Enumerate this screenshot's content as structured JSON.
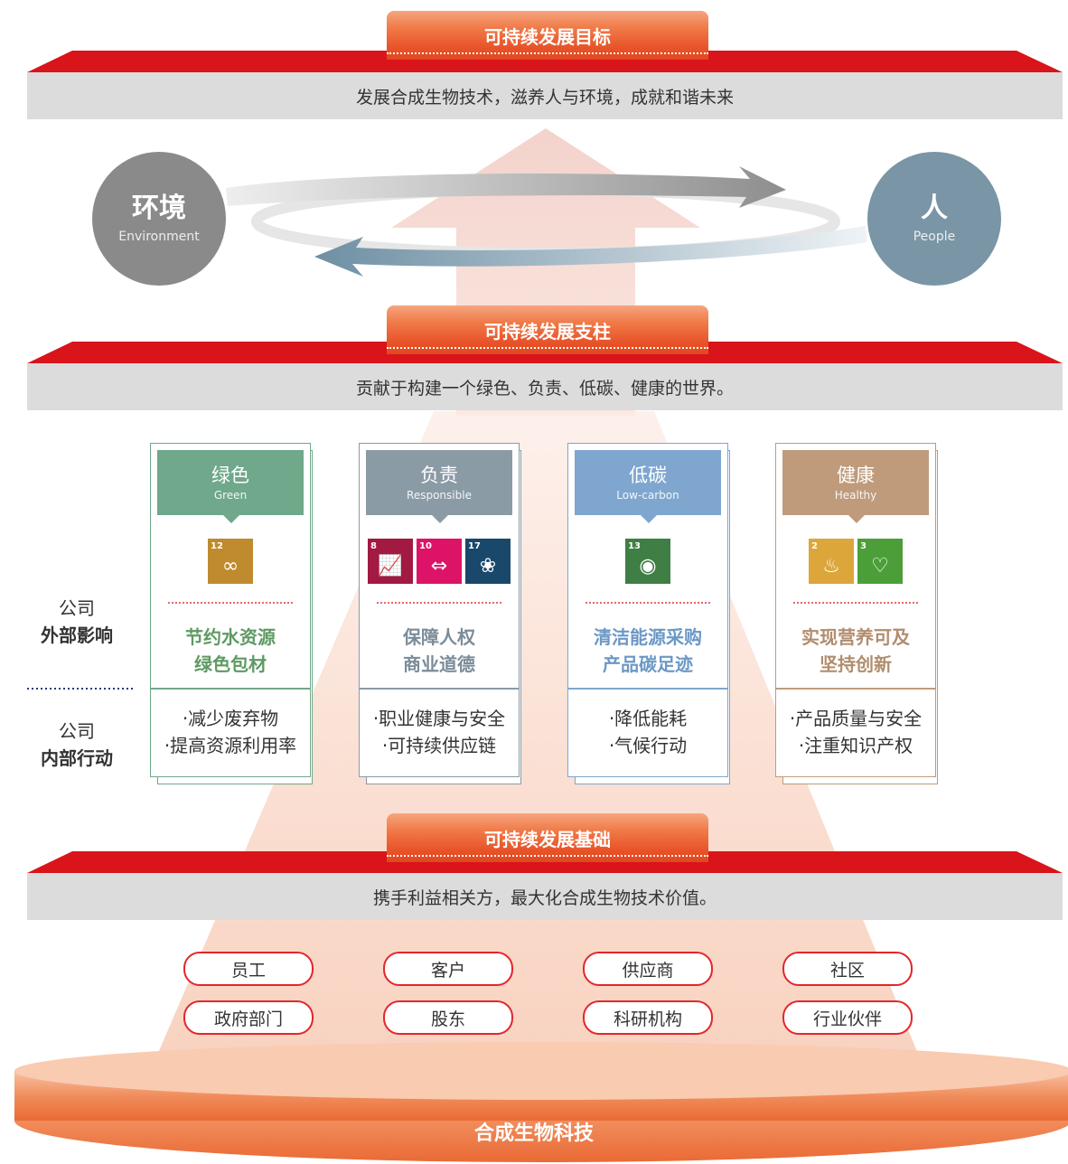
{
  "colors": {
    "red": "#d9141b",
    "orange": "#e8542a",
    "gray_band": "#dcdcdc",
    "green": "#6fa88a",
    "slate": "#8b9ba6",
    "blue": "#7fa6cf",
    "tan": "#bf9b7c"
  },
  "goal": {
    "title": "可持续发展目标",
    "statement": "发展合成生物技术，滋养人与环境，成就和谐未来"
  },
  "cycle": {
    "environment": {
      "zh": "环境",
      "en": "Environment"
    },
    "people": {
      "zh": "人",
      "en": "People"
    }
  },
  "pillars_section": {
    "title": "可持续发展支柱",
    "statement": "贡献于构建一个绿色、负责、低碳、健康的世界。"
  },
  "side_labels": {
    "external": {
      "line1": "公司",
      "line2": "外部影响"
    },
    "internal": {
      "line1": "公司",
      "line2": "内部行动"
    }
  },
  "pillars": [
    {
      "zh": "绿色",
      "en": "Green",
      "color": "#6fa88a",
      "sdgs": [
        {
          "num": "12",
          "color": "#bf8b2e",
          "icon": "infinity-icon"
        }
      ],
      "goals": [
        "节约水资源",
        "绿色包材"
      ],
      "actions": [
        "·减少废弃物",
        "·提高资源利用率"
      ]
    },
    {
      "zh": "负责",
      "en": "Responsible",
      "color": "#8b9ba6",
      "sdgs": [
        {
          "num": "8",
          "color": "#a21942",
          "icon": "growth-chart-icon"
        },
        {
          "num": "10",
          "color": "#dd1367",
          "icon": "equality-icon"
        },
        {
          "num": "17",
          "color": "#19486a",
          "icon": "partnership-icon"
        }
      ],
      "goals": [
        "保障人权",
        "商业道德"
      ],
      "actions": [
        "·职业健康与安全",
        "·可持续供应链"
      ]
    },
    {
      "zh": "低碳",
      "en": "Low-carbon",
      "color": "#7fa6cf",
      "sdgs": [
        {
          "num": "13",
          "color": "#3f7e44",
          "icon": "eye-earth-icon"
        }
      ],
      "goals": [
        "清洁能源采购",
        "产品碳足迹"
      ],
      "actions": [
        "·降低能耗",
        "·气候行动"
      ]
    },
    {
      "zh": "健康",
      "en": "Healthy",
      "color": "#bf9b7c",
      "sdgs": [
        {
          "num": "2",
          "color": "#dda63a",
          "icon": "bowl-icon"
        },
        {
          "num": "3",
          "color": "#4c9f38",
          "icon": "heartbeat-icon"
        }
      ],
      "goals": [
        "实现营养可及",
        "坚持创新"
      ],
      "actions": [
        "·产品质量与安全",
        "·注重知识产权"
      ]
    }
  ],
  "foundation": {
    "title": "可持续发展基础",
    "statement": "携手利益相关方，最大化合成生物技术价值。"
  },
  "stakeholders": [
    "员工",
    "客户",
    "供应商",
    "社区",
    "政府部门",
    "股东",
    "科研机构",
    "行业伙伴"
  ],
  "base": {
    "title": "合成生物科技"
  }
}
